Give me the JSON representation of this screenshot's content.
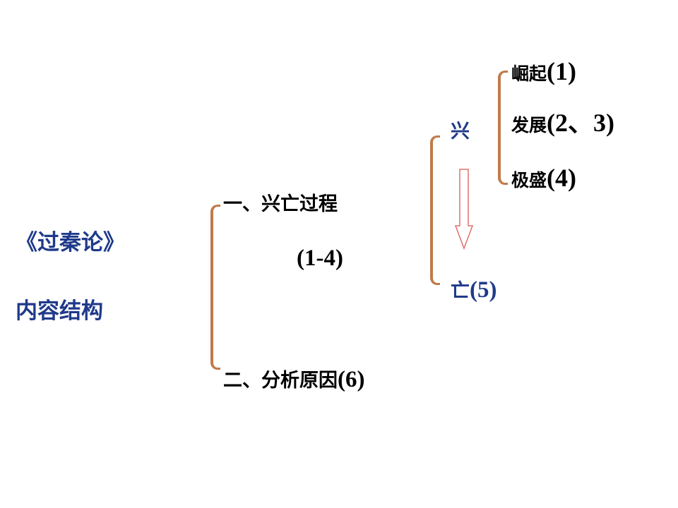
{
  "colors": {
    "title": "#1f3a8a",
    "brace": "#c07a4a",
    "arrow": "#e07070"
  },
  "root": {
    "line1": "《过秦论》",
    "line2": "内容结构"
  },
  "part1": {
    "label": "一、兴亡过程",
    "range": "(1-4)"
  },
  "part2": {
    "label": "二、分析原因",
    "range": "(6)"
  },
  "rise": {
    "label": "兴",
    "stages": [
      {
        "label": "崛起",
        "range": "(1)"
      },
      {
        "label": "发展",
        "range": "(2、3)"
      },
      {
        "label": "极盛",
        "range": "(4)"
      }
    ]
  },
  "fall": {
    "label": "亡",
    "range": "(5)"
  }
}
